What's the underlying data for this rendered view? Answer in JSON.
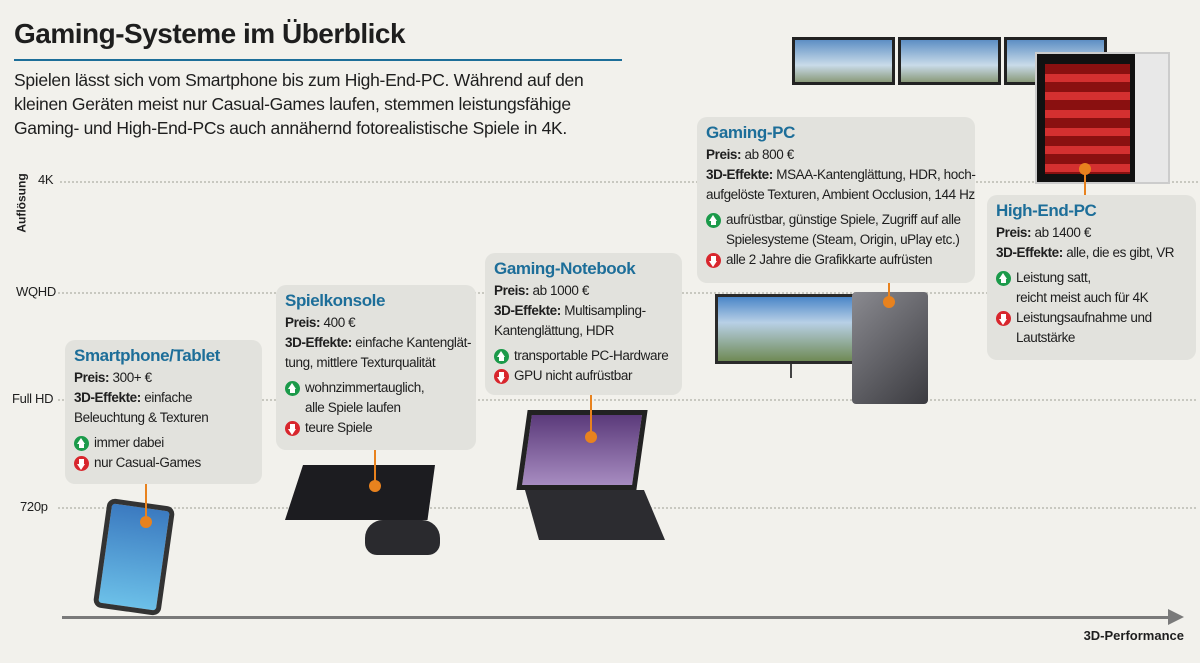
{
  "title": "Gaming-Systeme im Überblick",
  "intro": [
    "Spielen lässt sich vom Smartphone bis zum High-End-PC. Während auf den",
    "kleinen Geräten meist nur Casual-Games laufen, stemmen leistungsfähige",
    "Gaming- und High-End-PCs auch annähernd fotorealistische Spiele in 4K."
  ],
  "y_axis": {
    "label": "Auflösung",
    "levels": [
      "4K",
      "WQHD",
      "Full HD",
      "720p"
    ]
  },
  "x_axis": {
    "label": "3D-Performance"
  },
  "colors": {
    "accent": "#1d6e99",
    "connector": "#e8821e",
    "pro": "#1b9a4a",
    "con": "#d8262d"
  },
  "labels": {
    "price": "Preis:",
    "effects": "3D-Effekte:"
  },
  "systems": [
    {
      "name": "Smartphone/Tablet",
      "price": "300+ €",
      "effects": [
        "einfache",
        "Beleuchtung & Texturen"
      ],
      "pros": [
        "immer dabei"
      ],
      "cons": [
        "nur Casual-Games"
      ]
    },
    {
      "name": "Spielkonsole",
      "price": "400 €",
      "effects": [
        "einfache Kantenglät-",
        "tung, mittlere Texturqualität"
      ],
      "pros": [
        "wohnzimmertauglich,",
        "alle Spiele laufen"
      ],
      "cons": [
        "teure Spiele"
      ]
    },
    {
      "name": "Gaming-Notebook",
      "price": "ab 1000 €",
      "effects": [
        "Multisampling-",
        "Kantenglättung, HDR"
      ],
      "pros": [
        "transportable PC-Hardware"
      ],
      "cons": [
        "GPU nicht aufrüstbar"
      ]
    },
    {
      "name": "Gaming-PC",
      "price": "ab 800 €",
      "effects": [
        "MSAA-Kantenglättung, HDR, hoch-",
        "aufgelöste Texturen, Ambient Occlusion, 144 Hz"
      ],
      "pros": [
        "aufrüstbar, günstige Spiele, Zugriff auf alle",
        "Spielesysteme (Steam, Origin, uPlay etc.)"
      ],
      "cons": [
        "alle 2 Jahre die Grafikkarte aufrüsten"
      ]
    },
    {
      "name": "High-End-PC",
      "price": "ab 1400 €",
      "effects": [
        "alle, die es gibt, VR"
      ],
      "pros": [
        "Leistung satt,",
        "reicht meist auch für 4K"
      ],
      "cons": [
        "Leistungsaufnahme und",
        "Lautstärke"
      ]
    }
  ]
}
